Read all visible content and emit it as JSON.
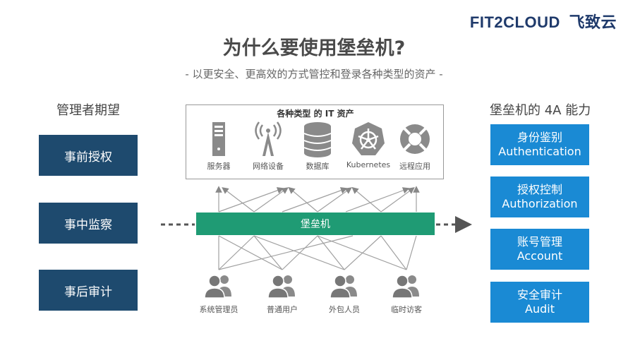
{
  "brand": {
    "logo_text": "FIT2CLOUD",
    "logo_cn": "飞致云"
  },
  "header": {
    "title": "为什么要使用堡垒机?",
    "subtitle": "- 以更安全、更高效的方式管控和登录各种类型的资产 -"
  },
  "left": {
    "title": "管理者期望",
    "items": [
      "事前授权",
      "事中监察",
      "事后审计"
    ]
  },
  "assets": {
    "title": "各种类型 的 IT 资产",
    "items": [
      {
        "label": "服务器",
        "icon": "server-icon"
      },
      {
        "label": "网络设备",
        "icon": "network-tower-icon"
      },
      {
        "label": "数据库",
        "icon": "database-icon"
      },
      {
        "label": "Kubernetes",
        "icon": "kubernetes-icon"
      },
      {
        "label": "远程应用",
        "icon": "lifebuoy-icon"
      }
    ]
  },
  "bastion": {
    "label": "堡垒机"
  },
  "users": [
    {
      "label": "系统管理员",
      "icon": "users-icon"
    },
    {
      "label": "普通用户",
      "icon": "users-icon"
    },
    {
      "label": "外包人员",
      "icon": "users-icon"
    },
    {
      "label": "临时访客",
      "icon": "users-icon"
    }
  ],
  "right": {
    "title": "堡垒机的 4A 能力",
    "items": [
      {
        "cn": "身份鉴别",
        "en": "Authentication"
      },
      {
        "cn": "授权控制",
        "en": "Authorization"
      },
      {
        "cn": "账号管理",
        "en": "Account"
      },
      {
        "cn": "安全审计",
        "en": "Audit"
      }
    ]
  },
  "colors": {
    "left_box": "#1e4a6e",
    "right_box": "#1a8ad4",
    "bastion": "#1f9b74",
    "icon_gray": "#8a8a8a",
    "brand": "#1f3a6b"
  }
}
